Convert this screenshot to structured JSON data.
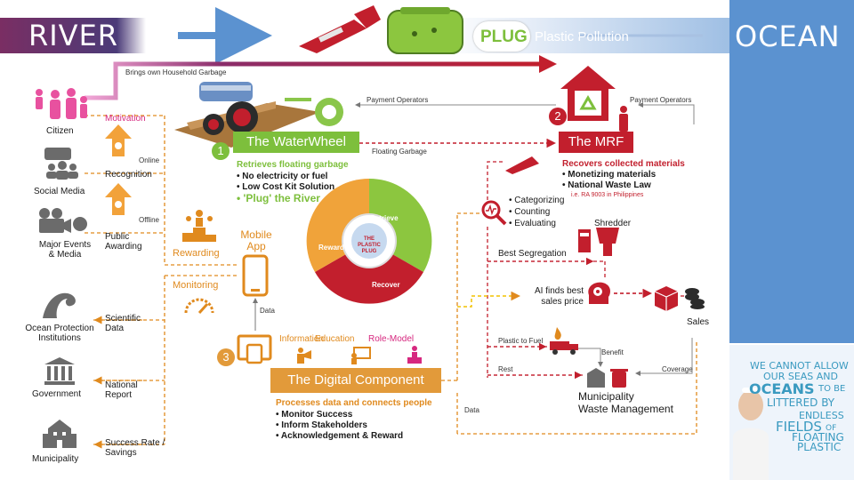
{
  "banner": {
    "river": "RIVER",
    "ocean": "OCEAN",
    "plug": "PLUG",
    "plug_subtitle": "Plastic Pollution"
  },
  "left_column": {
    "citizen": "Citizen",
    "social_media": "Social Media",
    "major_events": [
      "Major Events",
      "& Media"
    ],
    "ocean_protection": [
      "Ocean Protection",
      "Institutions"
    ],
    "government": "Government",
    "municipality": "Municipality"
  },
  "incentives": {
    "motivation": "Motivation",
    "online": "Online",
    "recognition": "Recognition",
    "offline": "Offline",
    "public_awarding": [
      "Public",
      "Awarding"
    ],
    "rewarding": "Rewarding",
    "monitoring": "Monitoring",
    "scientific_data": [
      "Scientific",
      "Data"
    ],
    "national_report": [
      "National",
      "Report"
    ],
    "success_rate": [
      "Success Rate /",
      "Savings"
    ]
  },
  "flows": {
    "household_garbage": "Brings own Household Garbage",
    "payment_operators_1": "Payment Operators",
    "payment_operators_2": "Payment Operators",
    "floating_garbage": "Floating Garbage",
    "data_up": "Data",
    "data_bottom": "Data",
    "plastic_to_fuel": "Plastic to Fuel",
    "benefit": "Benefit",
    "rest": "Rest",
    "coverage": "Coverage"
  },
  "waterwheel": {
    "number": "1",
    "title": "The WaterWheel",
    "heading": "Retrieves floating garbage",
    "bullets": [
      "• No electricity or fuel",
      "• Low Cost Kit Solution"
    ],
    "highlight": "• 'Plug' the River"
  },
  "mrf": {
    "number": "2",
    "title": "The MRF",
    "heading": "Recovers collected materials",
    "bullets": [
      "• Monetizing materials",
      "• National Waste Law"
    ],
    "law_note": "i.e. RA 9003 in Philippines",
    "process": [
      "• Categorizing",
      "• Counting",
      "• Evaluating"
    ],
    "shredder": "Shredder",
    "best_segregation": "Best Segregation",
    "ai_label": [
      "AI finds best",
      "sales price"
    ],
    "sales": "Sales",
    "waste_management": [
      "Municipality",
      "Waste Management"
    ]
  },
  "cycle": {
    "retrieve": "Retrieve",
    "reward": "Reward",
    "recover": "Recover",
    "center": "THE PLASTIC PLUG"
  },
  "digital": {
    "number": "3",
    "mobile_app": [
      "Mobile",
      "App"
    ],
    "information": "Information",
    "education": "Education",
    "role_model": "Role-Model",
    "title": "The Digital Component",
    "heading": "Processes data and connects people",
    "bullets": [
      "• Monitor Success",
      "• Inform Stakeholders",
      "• Acknowledgement & Reward"
    ]
  },
  "quote": {
    "line1": "WE CANNOT ALLOW",
    "line2": "OUR SEAS AND",
    "line3a": "OCEANS",
    "line3b": "TO BE",
    "line4": "LITTERED BY",
    "line5": "ENDLESS",
    "line6a": "FIELDS",
    "line6b": "OF",
    "line7": "FLOATING",
    "line8": "PLASTIC"
  },
  "colors": {
    "green": "#7dbf3c",
    "red": "#c21f2d",
    "orange": "#e08a1e",
    "purple": "#7a2e63",
    "ocean_blue": "#5b92d0"
  }
}
